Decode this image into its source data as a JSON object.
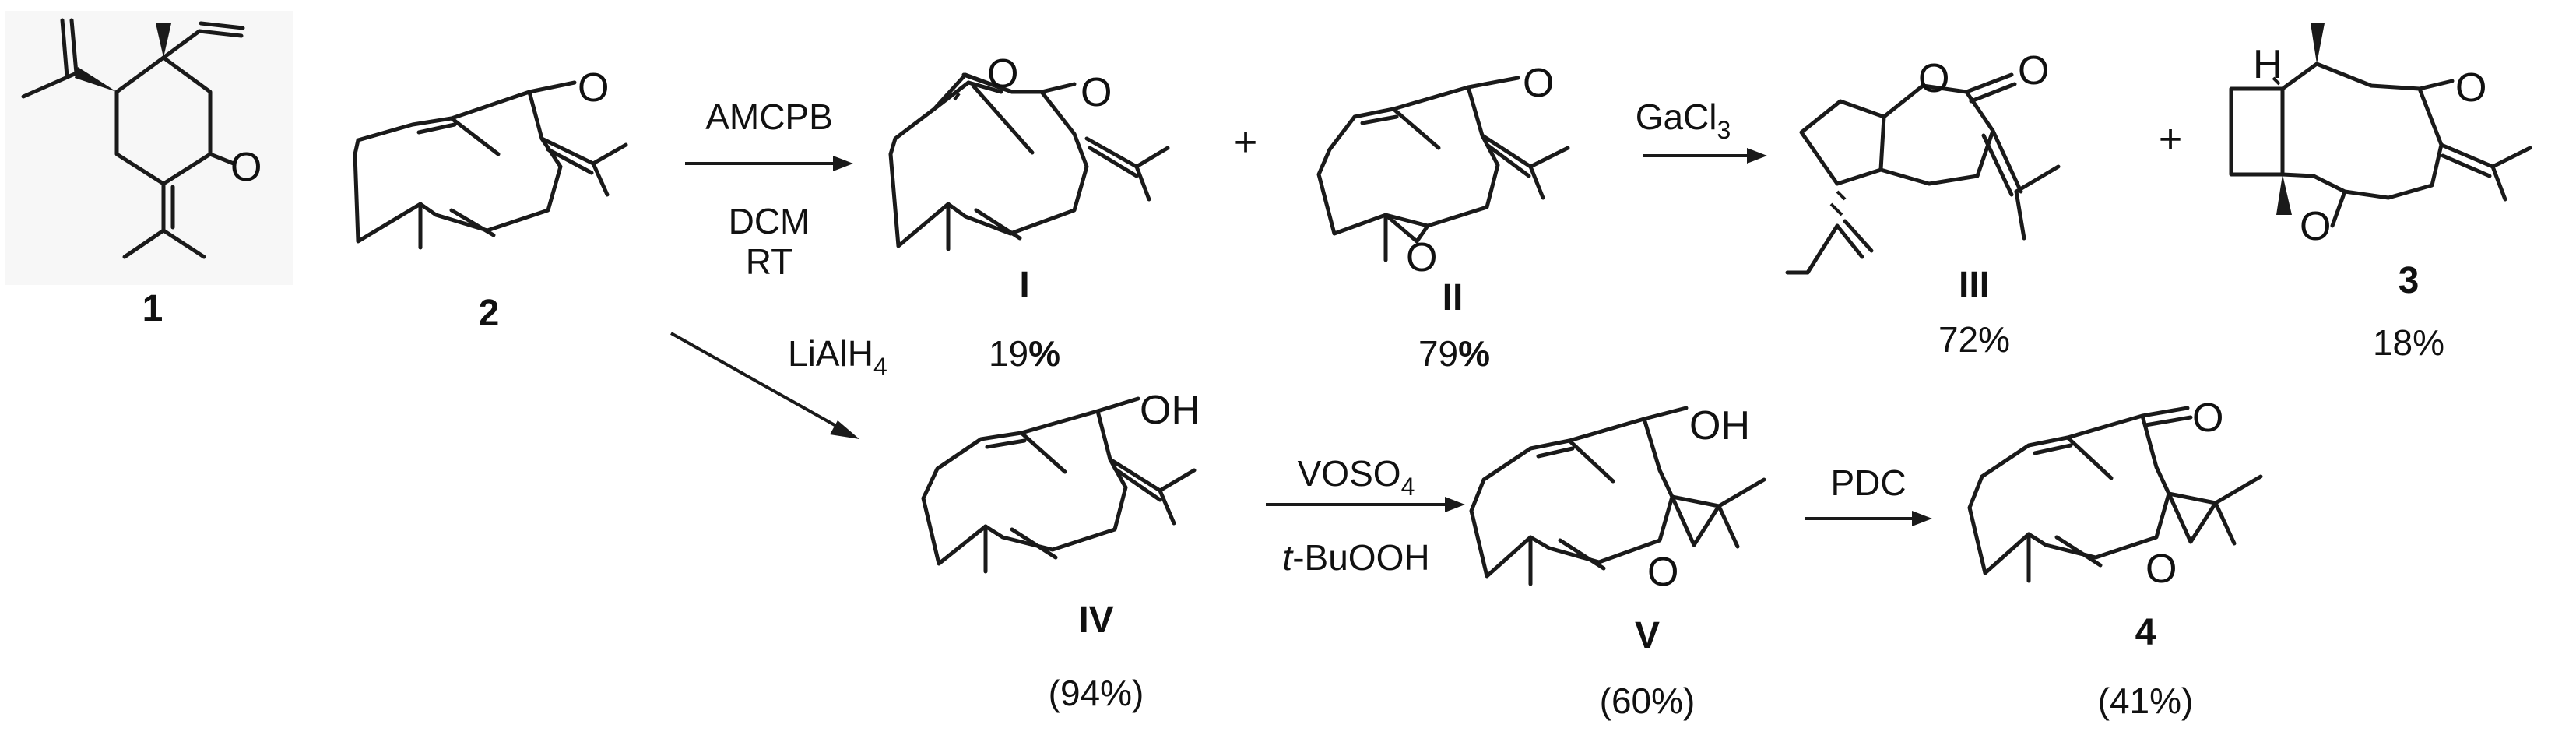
{
  "compounds": {
    "c1": {
      "label": "1",
      "atom_O": "O"
    },
    "c2": {
      "label": "2",
      "atom_O": "O"
    },
    "cI": {
      "label": "I",
      "yield_num": "19",
      "yield_pct": "%",
      "atom_O1": "O",
      "atom_O2": "O"
    },
    "cII": {
      "label": "II",
      "yield_num": "79",
      "yield_pct": "%",
      "atom_O1": "O",
      "atom_O2": "O"
    },
    "cIII": {
      "label": "III",
      "yield": "72%",
      "atom_O1": "O",
      "atom_O2": "O"
    },
    "c3": {
      "label": "3",
      "yield": "18%",
      "atom_H": "H",
      "atom_O1": "O",
      "atom_O2": "O"
    },
    "cIV": {
      "label": "IV",
      "yield": "(94%)",
      "atom_OH": "OH"
    },
    "cV": {
      "label": "V",
      "yield": "(60%)",
      "atom_OH": "OH",
      "atom_O": "O"
    },
    "c4": {
      "label": "4",
      "yield": "(41%)",
      "atom_O1": "O",
      "atom_O2": "O"
    }
  },
  "reactions": {
    "r1": {
      "reagent_top": "AMCPB",
      "reagent_mid": "DCM",
      "reagent_bot": "RT"
    },
    "r2": {
      "reagent": "GaCl",
      "sub": "3"
    },
    "r3": {
      "reagent": "LiAlH",
      "sub": "4"
    },
    "r4": {
      "reagent": "VOSO",
      "sub": "4",
      "reagent2_it": "t",
      "reagent2": "-BuOOH"
    },
    "r5": {
      "reagent": "PDC"
    }
  },
  "plus_sign": "+"
}
